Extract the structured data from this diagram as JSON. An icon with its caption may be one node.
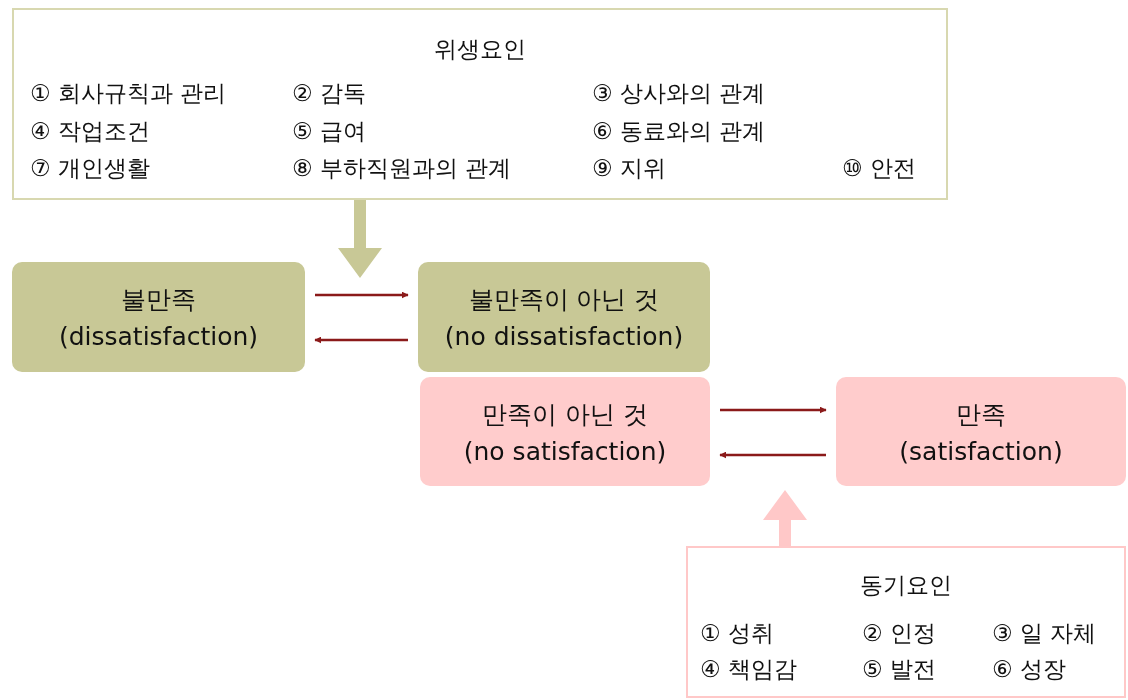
{
  "diagram": {
    "nodes": [
      {
        "text": [
          "위생요인",
          "① 회사규칙과 관리",
          "② 감독",
          "③ 상사와의 관계",
          "④ 작업조건",
          "⑤ 급여",
          "⑥ 동료와의 관계",
          "⑦ 개인생활",
          "⑧ 부하직원과의 관계",
          "⑨ 지위",
          "⑩ 안전"
        ]
      },
      {
        "text": [
          "불만족",
          "(dissatisfaction)"
        ]
      },
      {
        "text": [
          "불만족이 아닌 것",
          "(no dissatisfaction)"
        ]
      },
      {
        "text": [
          "만족이 아닌 것",
          "(no satisfaction)"
        ]
      },
      {
        "text": [
          "만족",
          "(satisfaction)"
        ]
      },
      {
        "text": [
          "동기요인",
          "① 성취",
          "② 인정",
          "③ 일 자체",
          "④ 책임감",
          "⑤ 발전",
          "⑥ 성장"
        ]
      }
    ],
    "edges": [
      {
        "from": 0,
        "to": null,
        "arrow": "to",
        "style": "thick",
        "color": "#c8c896"
      },
      {
        "from": 1,
        "to": 2,
        "arrow": "to"
      },
      {
        "from": 2,
        "to": 1,
        "arrow": "to"
      },
      {
        "from": 3,
        "to": 4,
        "arrow": "to"
      },
      {
        "from": 4,
        "to": 3,
        "arrow": "to"
      },
      {
        "from": 5,
        "to": null,
        "arrow": "to",
        "style": "thick",
        "color": "#ffc8c8"
      }
    ]
  }
}
